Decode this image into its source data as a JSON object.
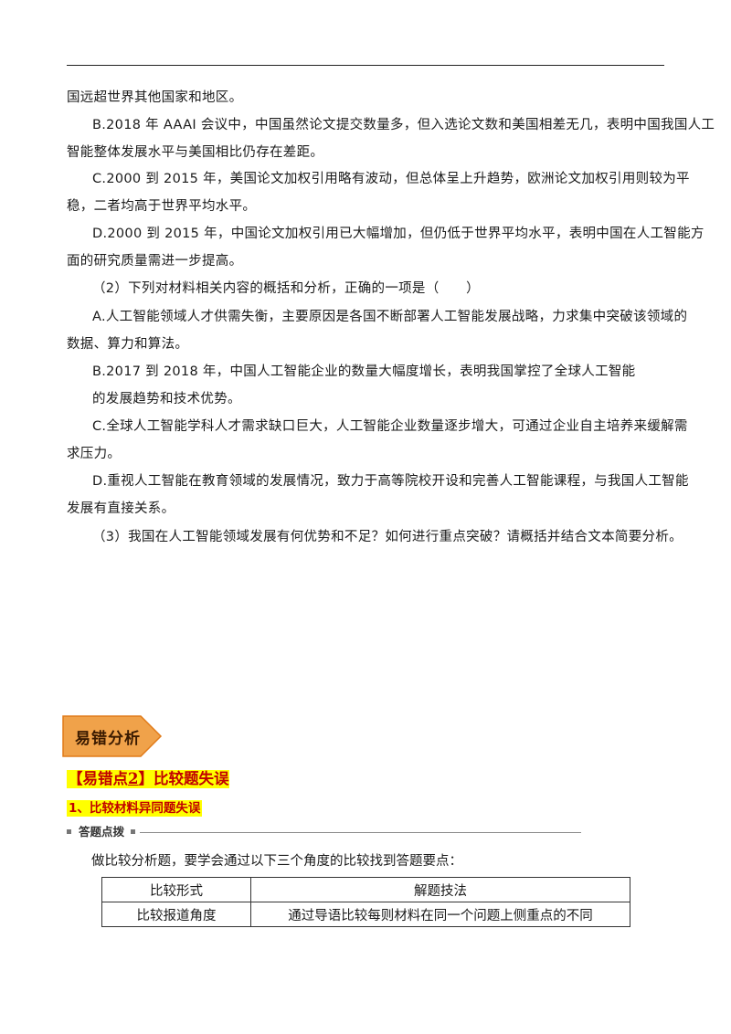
{
  "question_lines": [
    "国远超世界其他国家和地区。",
    "B.2018 年 AAAI 会议中，中国虽然论文提交数量多，但入选论文数和美国相差无几，表明中国我国人工",
    "智能整体发展水平与美国相比仍存在差距。",
    "C.2000 到 2015 年，美国论文加权引用略有波动，但总体呈上升趋势，欧洲论文加权引用则较为平",
    "稳，二者均高于世界平均水平。",
    "D.2000 到 2015 年，中国论文加权引用已大幅增加，但仍低于世界平均水平，表明中国在人工智能方",
    "面的研究质量需进一步提高。",
    "（2）下列对材料相关内容的概括和分析，正确的一项是（　　）",
    "A.人工智能领域人才供需失衡，主要原因是各国不断部署人工智能发展战略，力求集中突破该领域的",
    "数据、算力和算法。",
    "B.2017 到 2018 年，中国人工智能企业的数量大幅度增长，表明我国掌控了全球人工智能",
    "的发展趋势和技术优势。",
    "C.全球人工智能学科人才需求缺口巨大，人工智能企业数量逐步增大，可通过企业自主培养来缓解需",
    "求压力。",
    "D.重视人工智能在教育领域的发展情况，致力于高等院校开设和完善人工智能课程，与我国人工智能",
    "发展有直接关系。",
    "（3）我国在人工智能领域发展有何优势和不足？如何进行重点突破？请概括并结合文本简要分析。"
  ],
  "banner": {
    "label": "易错分析",
    "fill_color": "#f0a24a",
    "stroke_color": "#e07b1a"
  },
  "error_point": {
    "prefix": "【易错点",
    "number": "2",
    "suffix": "】比较题失误"
  },
  "subsection": {
    "title": "1、比较材料异同题失误"
  },
  "tips": {
    "label": "答题点拨"
  },
  "intro_text": "做比较分析题，要学会通过以下三个角度的比较找到答题要点：",
  "table": {
    "headers": [
      "比较形式",
      "解题技法"
    ],
    "rows": [
      [
        "比较报道角度",
        "通过导语比较每则材料在同一个问题上侧重点的不同"
      ]
    ]
  }
}
